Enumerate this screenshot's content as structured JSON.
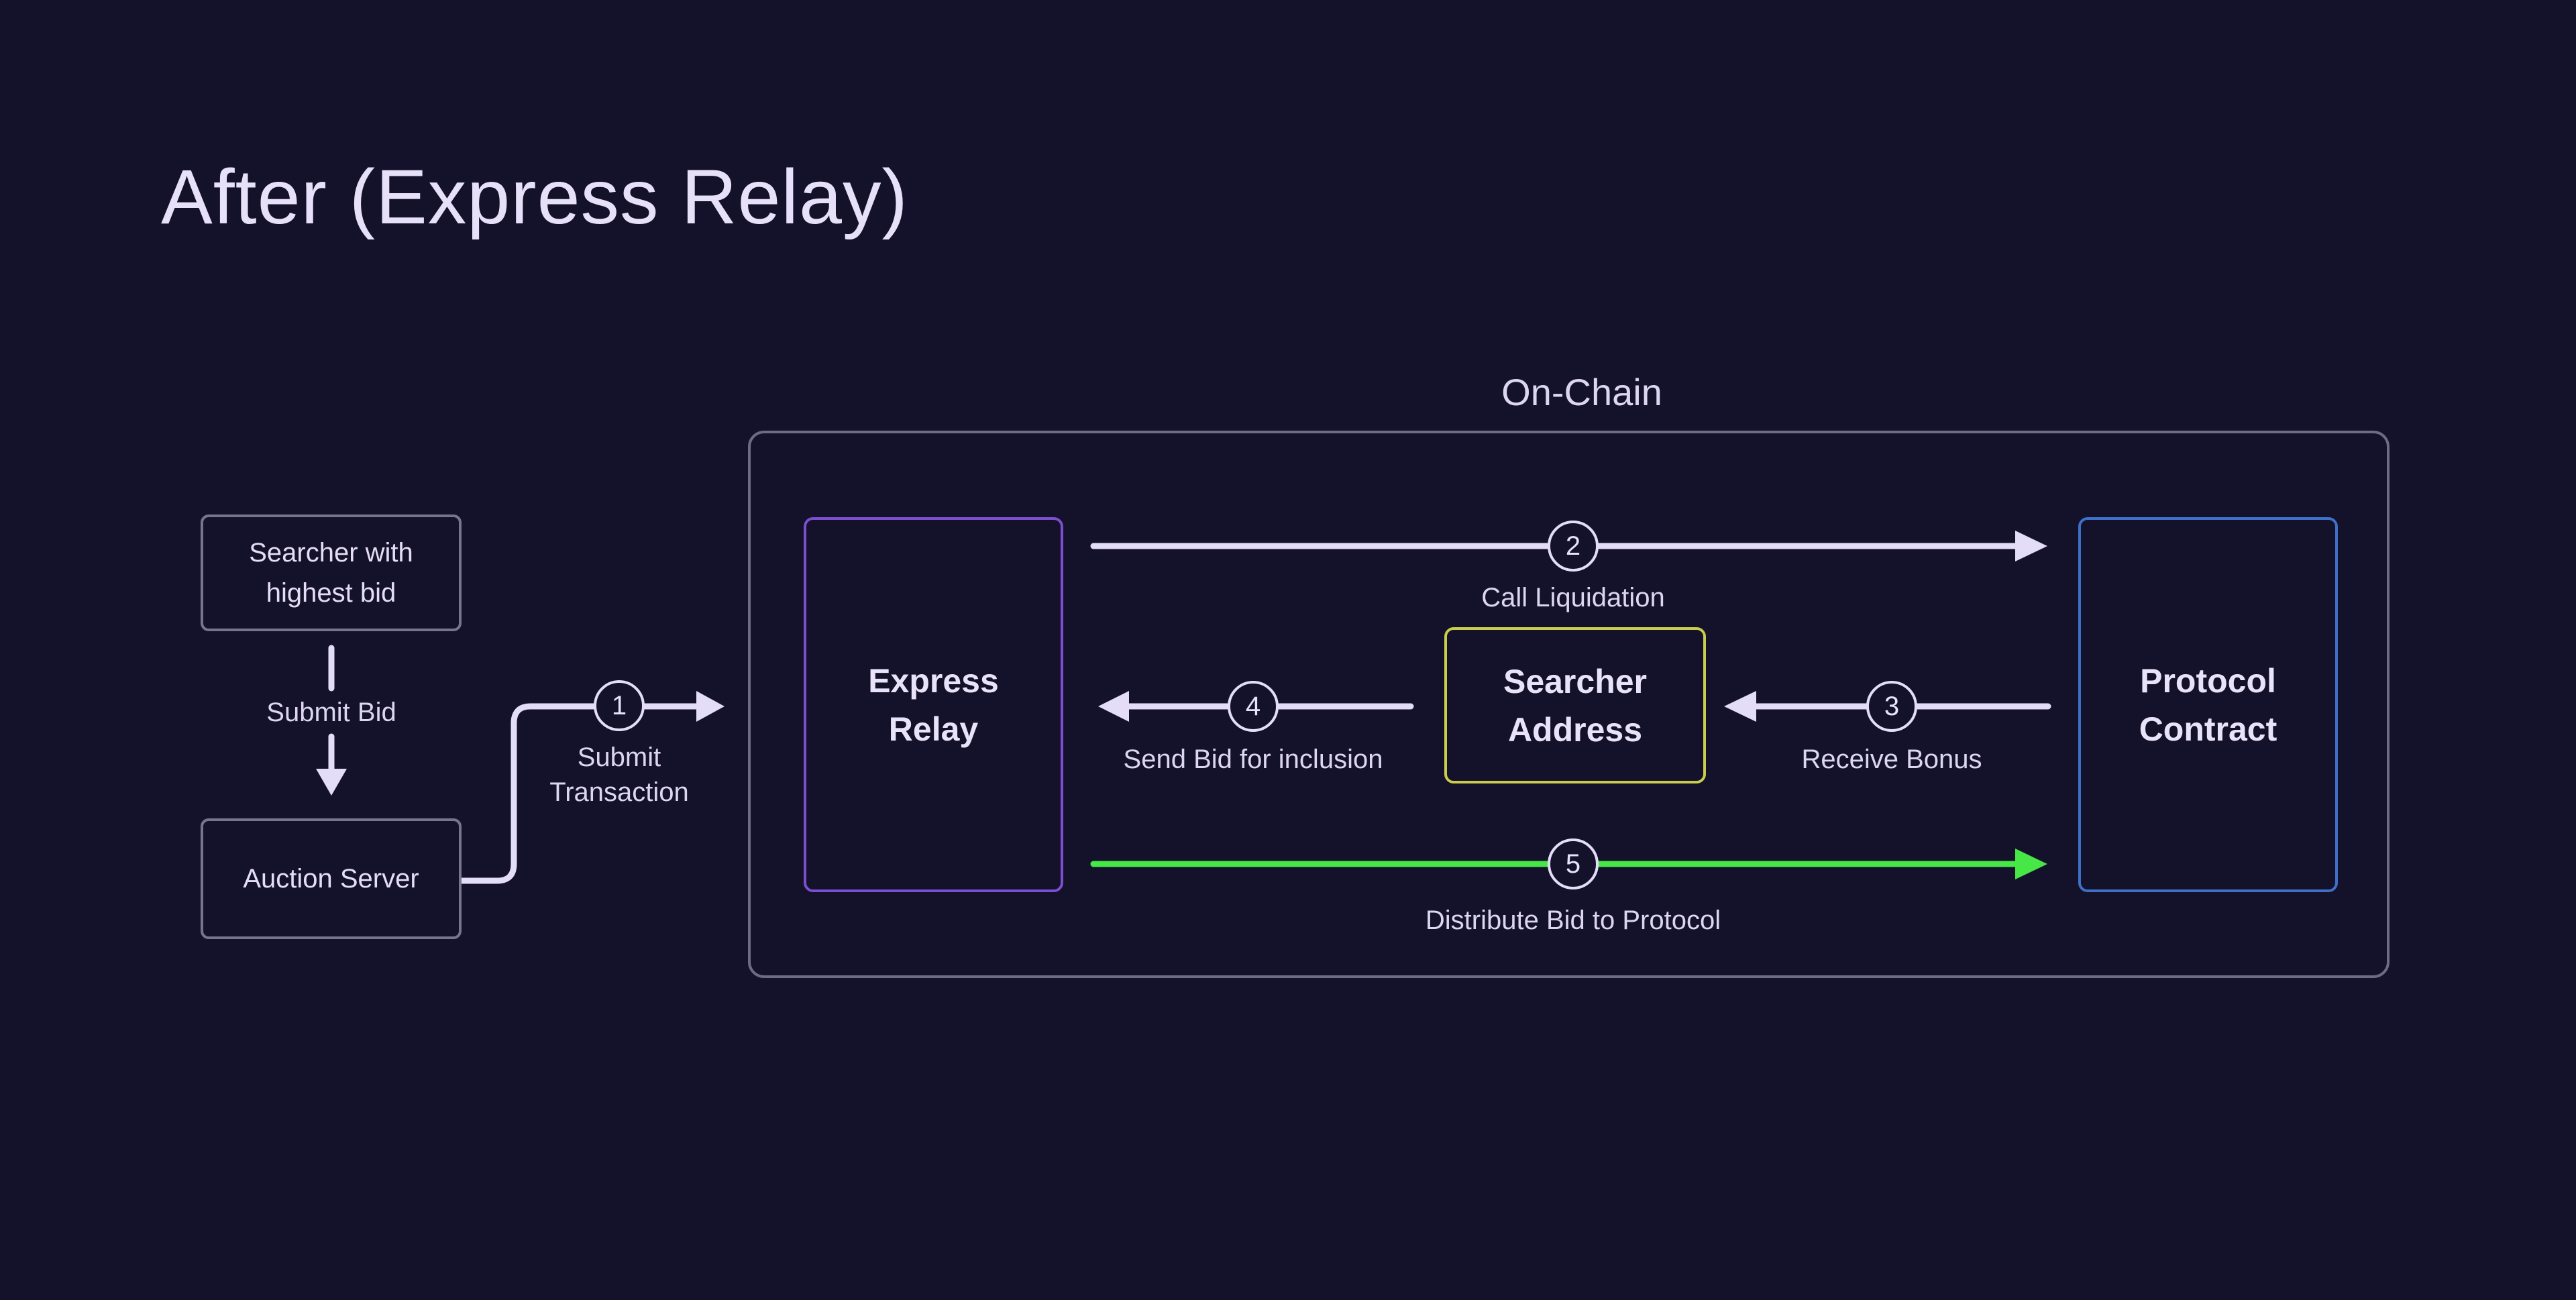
{
  "title": "After (Express Relay)",
  "onchain": {
    "label": "On-Chain"
  },
  "nodes": {
    "searcher": {
      "label": "Searcher with highest bid"
    },
    "auction": {
      "label": "Auction Server"
    },
    "express": {
      "label": "Express Relay"
    },
    "searcher_address": {
      "label": "Searcher Address"
    },
    "protocol": {
      "label": "Protocol Contract"
    }
  },
  "edges": {
    "submit_bid": {
      "label": "Submit Bid"
    },
    "step1": {
      "num": "1",
      "label": "Submit Transaction"
    },
    "step2": {
      "num": "2",
      "label": "Call Liquidation"
    },
    "step3": {
      "num": "3",
      "label": "Receive Bonus"
    },
    "step4": {
      "num": "4",
      "label": "Send Bid for inclusion"
    },
    "step5": {
      "num": "5",
      "label": "Distribute Bid to Protocol"
    }
  },
  "colors": {
    "background": "#14122a",
    "text": "#e7e0f9",
    "line": "#e4ddf7",
    "container_border": "#6e6b82",
    "small_box_border": "#777490",
    "express_relay_border": "#7b4ed2",
    "searcher_address_border": "#c9cc4c",
    "protocol_contract_border": "#3f70c8",
    "distribute_arrow": "#46e747"
  }
}
